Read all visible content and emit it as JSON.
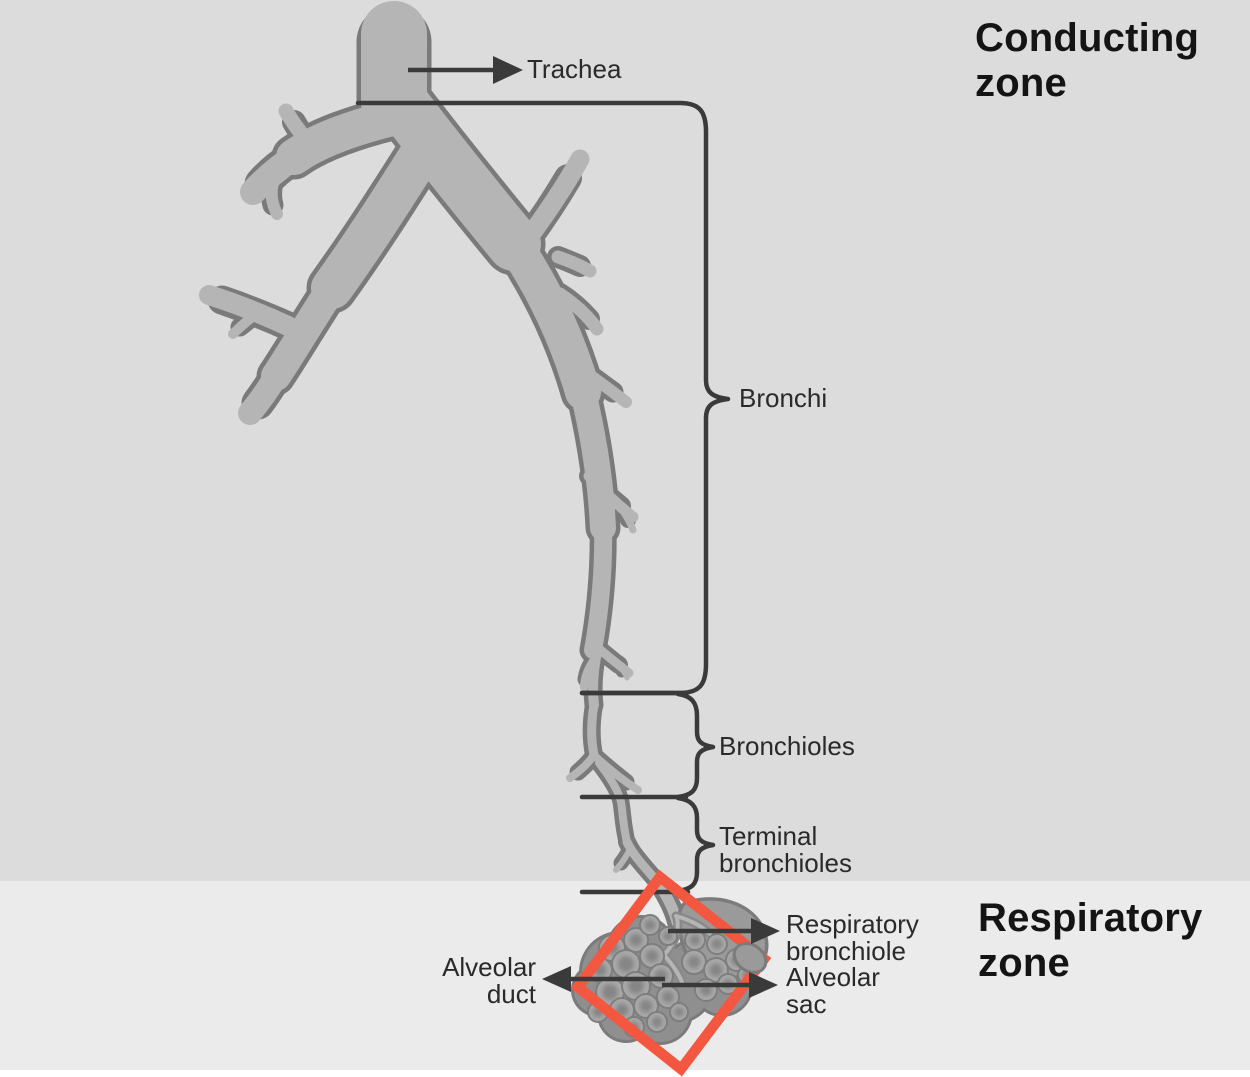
{
  "zones": {
    "conducting": {
      "line1": "Conducting",
      "line2": "zone"
    },
    "respiratory": {
      "line1": "Respiratory",
      "line2": "zone"
    }
  },
  "labels": {
    "trachea": "Trachea",
    "bronchi": "Bronchi",
    "bronchioles": "Bronchioles",
    "terminal_bronchioles": {
      "line1": "Terminal",
      "line2": "bronchioles"
    },
    "respiratory_bronchiole": {
      "line1": "Respiratory",
      "line2": "bronchiole"
    },
    "alveolar_duct": {
      "line1": "Alveolar",
      "line2": "duct"
    },
    "alveolar_sac": {
      "line1": "Alveolar",
      "line2": "sac"
    }
  },
  "colors": {
    "conducting_zone_bg": "#dcdcdc",
    "respiratory_zone_bg": "#ebebeb",
    "page_bottom_strip": "#ffffff",
    "airway_fill": "#b5b5b5",
    "airway_outline": "#7a7a7a",
    "annotation_line": "#3a3a3a",
    "label_text": "#2a2a2a",
    "zone_heading_text": "#141414",
    "highlight_box": "#f45740"
  }
}
